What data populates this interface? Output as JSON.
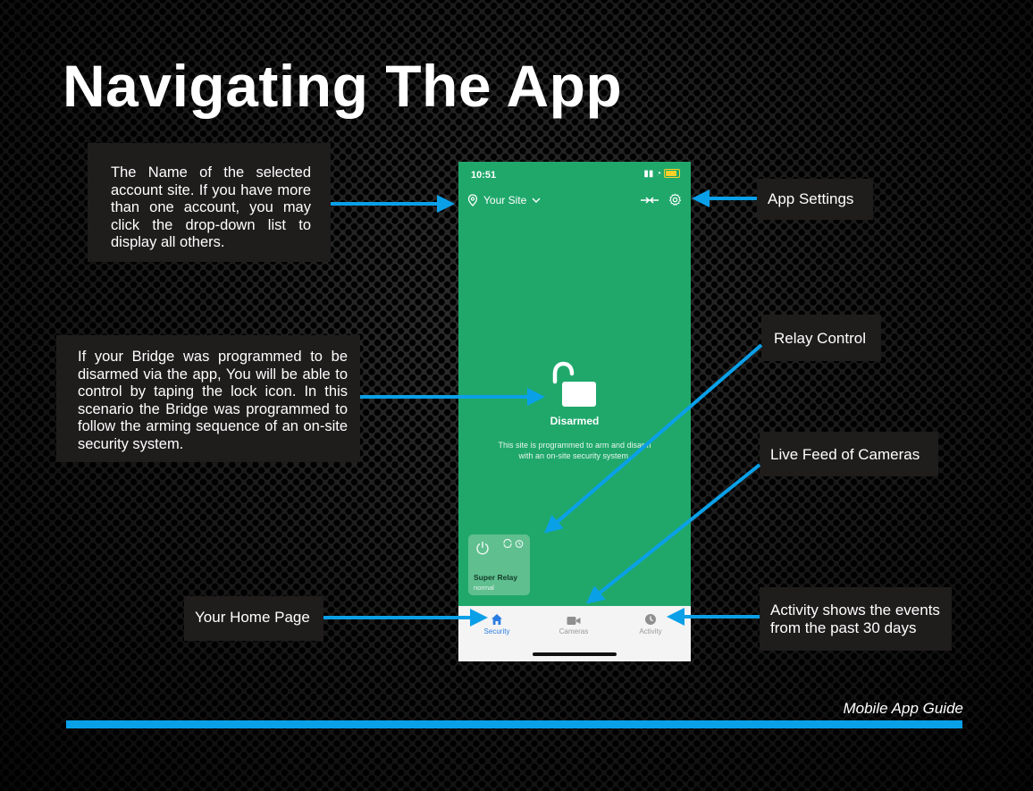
{
  "slide": {
    "title": "Navigating The App",
    "footer": "Mobile App Guide"
  },
  "callouts": {
    "site_name": "The Name of the selected account site. If you have more than one account, you may click the drop-down list to display all others.",
    "bridge": "If your Bridge was programmed to be disarmed via the app, You will be able to control by taping the lock icon. In this scenario the Bridge was programmed to follow the arming sequence of an on-site security system.",
    "app_settings": "App Settings",
    "relay_control": "Relay Control",
    "live_feed": "Live Feed of Cameras",
    "home_page": "Your Home Page",
    "activity_line1": "Activity shows the events",
    "activity_line2": "from the past 30 days"
  },
  "phone": {
    "time": "10:51",
    "site_name": "Your Site",
    "status": "Disarmed",
    "description_line1": "This site is programmed to arm and disarm",
    "description_line2": "with an on-site security system.",
    "relay": {
      "name": "Super Relay",
      "state": "normal"
    },
    "tabs": [
      {
        "label": "Security",
        "icon": "home-icon",
        "active": true
      },
      {
        "label": "Cameras",
        "icon": "camera-icon",
        "active": false
      },
      {
        "label": "Activity",
        "icon": "activity-icon",
        "active": false
      }
    ]
  },
  "colors": {
    "phone_green": "#20a86b",
    "arrow_blue": "#0aa0e8",
    "tab_active": "#2a7de1",
    "callout_bg": "#1f1c1c"
  }
}
